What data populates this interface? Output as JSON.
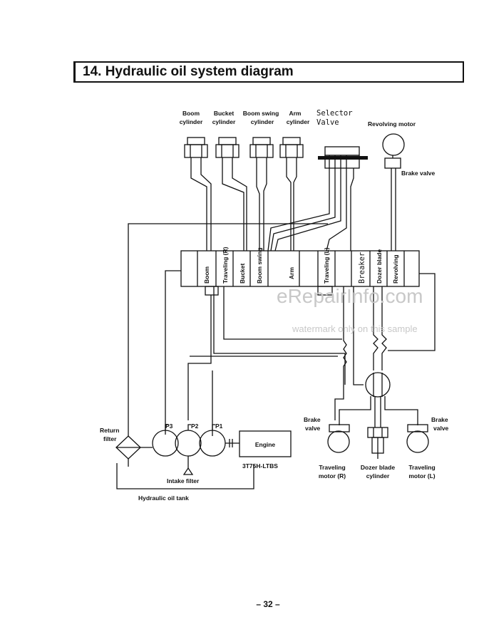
{
  "title": "14. Hydraulic oil system diagram",
  "labels": {
    "boom_cyl_1": "Boom",
    "boom_cyl_2": "cylinder",
    "bucket_cyl_1": "Bucket",
    "bucket_cyl_2": "cylinder",
    "swing_cyl_1": "Boom swing",
    "swing_cyl_2": "cylinder",
    "arm_cyl_1": "Arm",
    "arm_cyl_2": "cylinder",
    "selector_1": "Selector",
    "selector_2": "Valve",
    "revolving_motor": "Revolving motor",
    "brake_valve_top": "Brake valve",
    "return_filter_1": "Return",
    "return_filter_2": "filter",
    "intake_filter": "Intake filter",
    "oil_tank": "Hydraulic oil tank",
    "engine": "Engine",
    "engine_model": "3T75H-LTBS",
    "brake_l_1": "Brake",
    "brake_l_2": "valve",
    "brake_r_1": "Brake",
    "brake_r_2": "valve",
    "trav_motor_r_1": "Traveling",
    "trav_motor_r_2": "motor (R)",
    "dozer_cyl_1": "Dozer blade",
    "dozer_cyl_2": "cylinder",
    "trav_motor_l_1": "Traveling",
    "trav_motor_l_2": "motor (L)",
    "p3": "P3",
    "p2": "P2",
    "p1": "P1",
    "page_number": "– 32 –"
  },
  "valve_sections": [
    "Boom",
    "Traveling (R)",
    "Bucket",
    "Boom swing",
    "Arm",
    "Traveling (L)",
    "Breaker",
    "Dozer blade",
    "Revolving"
  ],
  "watermark": {
    "line1": "eRepairInfo.com",
    "line2": "watermark only on this sample"
  }
}
